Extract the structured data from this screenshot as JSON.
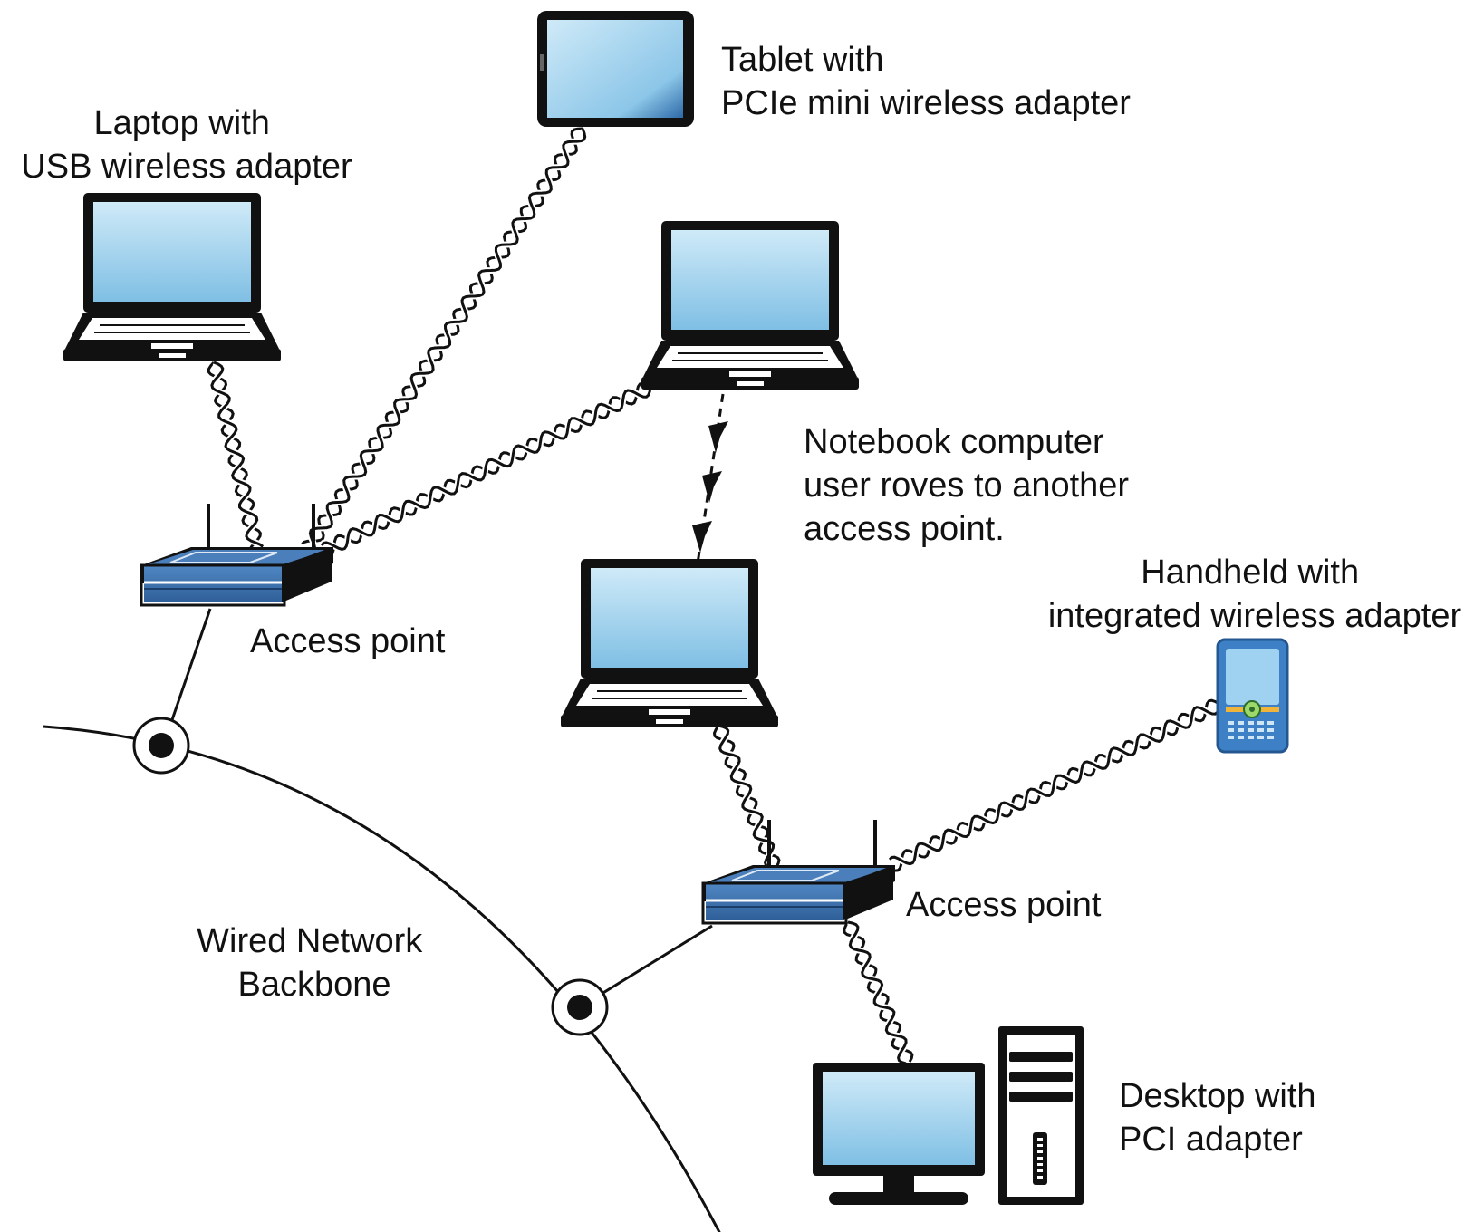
{
  "labels": {
    "tablet": [
      "Tablet with",
      "PCIe mini wireless adapter"
    ],
    "laptop": [
      "Laptop with",
      "USB wireless adapter"
    ],
    "roving": [
      "Notebook computer",
      "user roves to another",
      "access point."
    ],
    "handheld": [
      "Handheld with",
      "integrated wireless adapter"
    ],
    "ap1": "Access point",
    "ap2": "Access point",
    "backbone": [
      "Wired Network",
      "Backbone"
    ],
    "desktop": [
      "Desktop with",
      "PCI adapter"
    ]
  },
  "colors": {
    "screen_light": "#cfeaf8",
    "screen_dark": "#7fbfe4",
    "device_body": "#111111",
    "access_point_blue": "#3f72ad",
    "access_point_dark": "#1b3e6b",
    "line": "#111111"
  },
  "icons": [
    "laptop-icon",
    "tablet-icon",
    "handheld-icon",
    "desktop-icon",
    "tower-icon",
    "access-point-icon",
    "network-node-icon",
    "wireless-link",
    "roving-arrow"
  ]
}
